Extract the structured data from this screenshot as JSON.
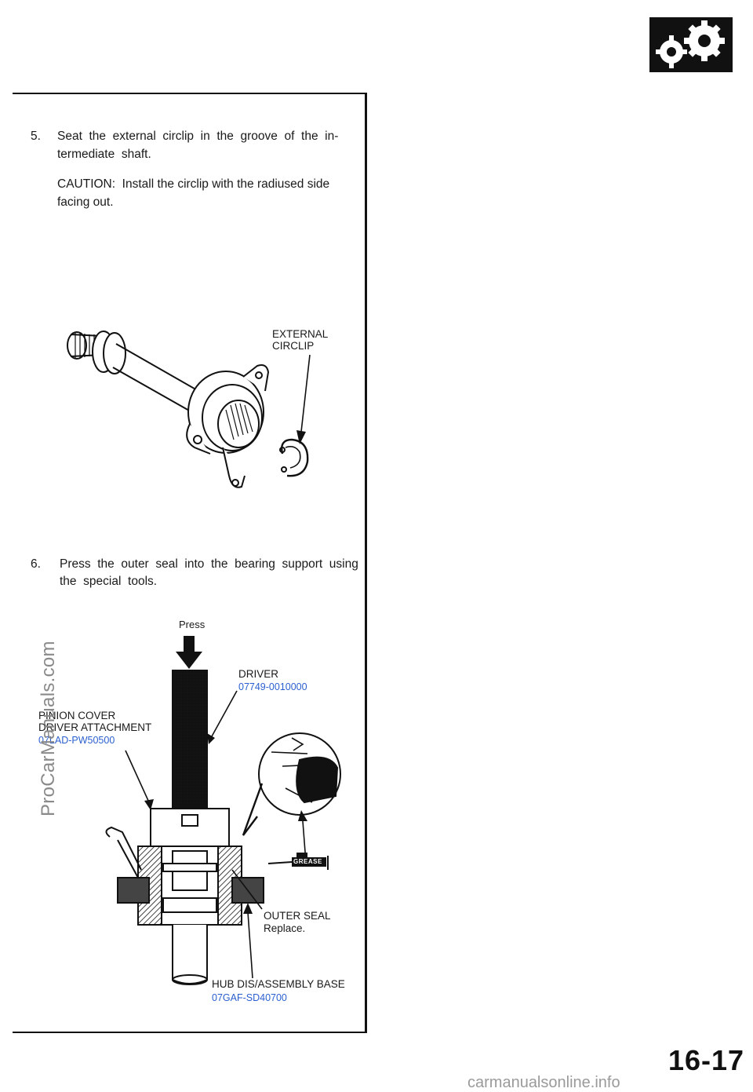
{
  "step5": {
    "number": "5.",
    "text_line1": "Seat  the  external  circlip  in  the  groove  of  the  in-",
    "text_line2": "termediate  shaft.",
    "caution_line1": "CAUTION:  Install the circlip with the radiused side",
    "caution_line2": "facing out."
  },
  "figure1": {
    "callout_line1": "EXTERNAL",
    "callout_line2": "CIRCLIP"
  },
  "step6": {
    "number": "6.",
    "text_line1": "Press  the  outer  seal  into  the  bearing  support  using",
    "text_line2": "the  special  tools."
  },
  "figure2": {
    "press_label": "Press",
    "driver_label": "DRIVER",
    "driver_code": "07749-0010000",
    "pinion_line1": "PINION COVER",
    "pinion_line2": "DRIVER  ATTACHMENT",
    "pinion_code": "07LAD-PW50500",
    "grease_label": "GREASE",
    "outer_seal_label": "OUTER  SEAL",
    "outer_seal_note": "Replace.",
    "hub_base_label": "HUB  DIS/ASSEMBLY  BASE",
    "hub_base_code": "07GAF-SD40700"
  },
  "footer": {
    "watermark": "ProCarManuals.com",
    "page_number": "16-17",
    "site_footer": "carmanualsonline.info"
  },
  "colors": {
    "code_blue": "#2b5fcf",
    "ink": "#111111"
  },
  "icons": {
    "section_icon": "gears-icon"
  }
}
